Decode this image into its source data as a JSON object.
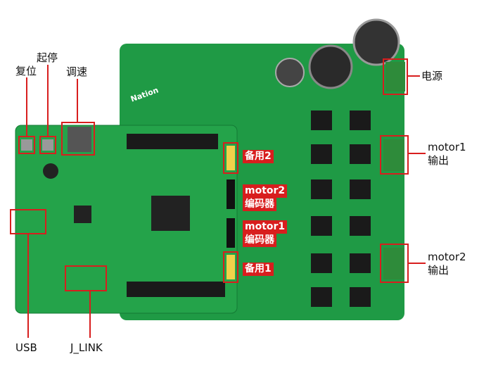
{
  "labels": {
    "reset": "复位",
    "startstop": "起停",
    "speed": "调速",
    "power": "电源",
    "motor1_out_1": "motor1",
    "motor1_out_2": "输出",
    "motor2_out_1": "motor2",
    "motor2_out_2": "输出",
    "usb": "USB",
    "jlink": "J_LINK"
  },
  "tags": {
    "spare2": "备用2",
    "motor2_enc_1": "motor2",
    "motor2_enc_2": "编码器",
    "motor1_enc_1": "motor1",
    "motor1_enc_2": "编码器",
    "spare1": "备用1"
  },
  "board": {
    "logo": "Nation"
  },
  "colors": {
    "pcb": "#1f9a45",
    "pcb_dark": "#137a34",
    "annot": "#d81e1e"
  }
}
